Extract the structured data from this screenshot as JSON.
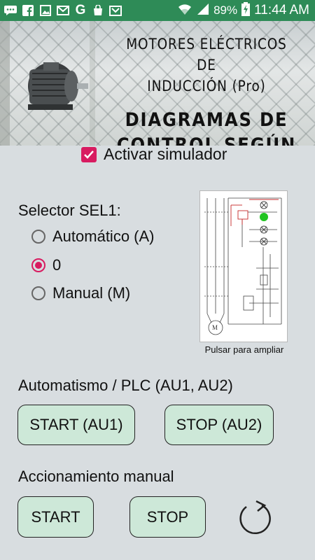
{
  "status_bar": {
    "icons_left": [
      "chat-icon",
      "facebook-icon",
      "gallery-icon",
      "mail-icon",
      "g-icon",
      "bag-icon",
      "mail-icon-2"
    ],
    "battery": "89%",
    "time": "11:44 AM"
  },
  "banner": {
    "line1": "MOTORES ELÉCTRICOS DE",
    "line2": "INDUCCIÓN (Pro)",
    "line3": "DIAGRAMAS DE",
    "line4": "CONTROL SEGÚN ANSI"
  },
  "simulator": {
    "label": "Activar simulador",
    "checked": true
  },
  "selector": {
    "label": "Selector SEL1:",
    "options": [
      {
        "label": "Automático (A)",
        "selected": false
      },
      {
        "label": "0",
        "selected": true
      },
      {
        "label": "Manual (M)",
        "selected": false
      }
    ]
  },
  "diagram": {
    "caption": "Pulsar para ampliar"
  },
  "plc": {
    "label": "Automatismo / PLC (AU1, AU2)",
    "start_label": "START (AU1)",
    "stop_label": "STOP (AU2)"
  },
  "manual": {
    "label": "Accionamiento manual",
    "start_label": "START",
    "stop_label": "STOP"
  },
  "colors": {
    "status_bar": "#2e8b57",
    "accent": "#d81b60",
    "button_bg": "#cde8d8",
    "background": "#d8dde0"
  }
}
